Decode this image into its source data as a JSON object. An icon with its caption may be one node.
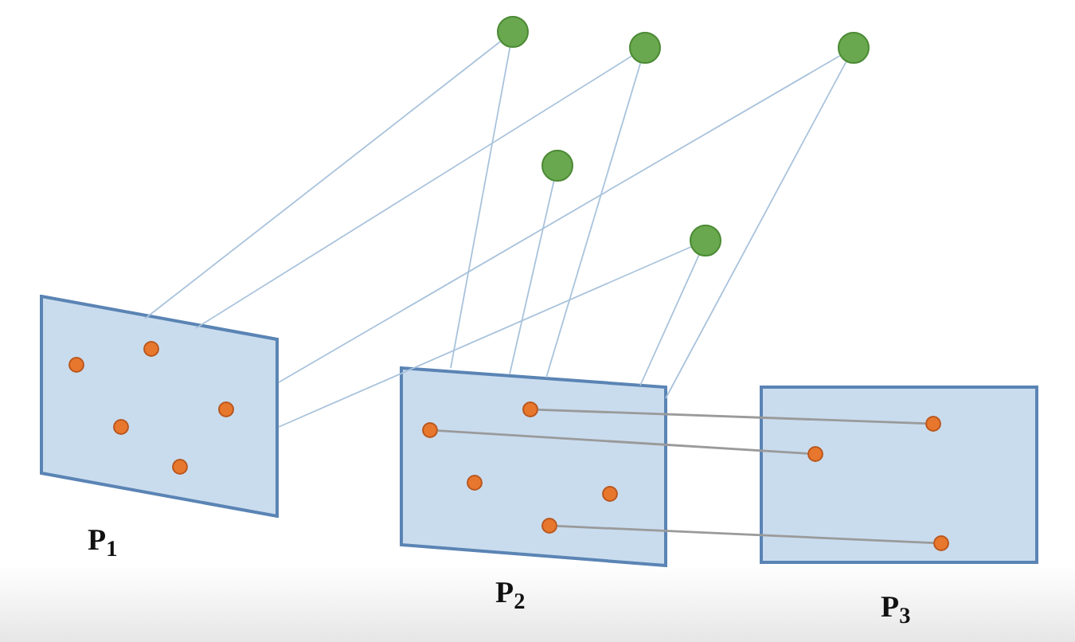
{
  "diagram": {
    "nodes": [
      {
        "text": [
          "P$_{1}$"
        ]
      },
      {
        "text": [],
        "shape": "circle",
        "in": 0
      },
      {
        "text": [],
        "shape": "circle",
        "in": 0
      },
      {
        "text": [],
        "shape": "circle",
        "in": 0
      },
      {
        "text": [],
        "shape": "circle",
        "in": 0
      },
      {
        "text": [],
        "shape": "circle",
        "in": 0
      },
      {
        "text": [
          "P$_{2}$"
        ]
      },
      {
        "text": [],
        "shape": "circle",
        "in": 6
      },
      {
        "text": [],
        "shape": "circle",
        "in": 6
      },
      {
        "text": [],
        "shape": "circle",
        "in": 6
      },
      {
        "text": [],
        "shape": "circle",
        "in": 6
      },
      {
        "text": [],
        "shape": "circle",
        "in": 6
      },
      {
        "text": [
          "P$_{3}$"
        ]
      },
      {
        "text": [],
        "shape": "circle",
        "in": 12
      },
      {
        "text": [],
        "shape": "circle",
        "in": 12
      },
      {
        "text": [],
        "shape": "circle",
        "in": 12
      },
      {
        "text": [],
        "shape": "circle"
      },
      {
        "text": [],
        "shape": "circle"
      },
      {
        "text": [],
        "shape": "circle"
      },
      {
        "text": [],
        "shape": "circle"
      },
      {
        "text": [],
        "shape": "circle"
      }
    ],
    "edges": [
      {
        "from": 0,
        "to": 16,
        "arrow": "none"
      },
      {
        "from": 0,
        "to": 17,
        "arrow": "none"
      },
      {
        "from": 0,
        "to": 18,
        "arrow": "none"
      },
      {
        "from": 0,
        "to": 20,
        "arrow": "none"
      },
      {
        "from": 6,
        "to": 16,
        "arrow": "none"
      },
      {
        "from": 6,
        "to": 19,
        "arrow": "none"
      },
      {
        "from": 6,
        "to": 17,
        "arrow": "none"
      },
      {
        "from": 6,
        "to": 20,
        "arrow": "none"
      },
      {
        "from": 6,
        "to": 18,
        "arrow": "none"
      },
      {
        "from": 8,
        "to": 13,
        "arrow": "none",
        "color": "#9a9a9a"
      },
      {
        "from": 7,
        "to": 14,
        "arrow": "none",
        "color": "#9a9a9a"
      },
      {
        "from": 11,
        "to": 15,
        "arrow": "none",
        "color": "#9a9a9a"
      }
    ]
  }
}
